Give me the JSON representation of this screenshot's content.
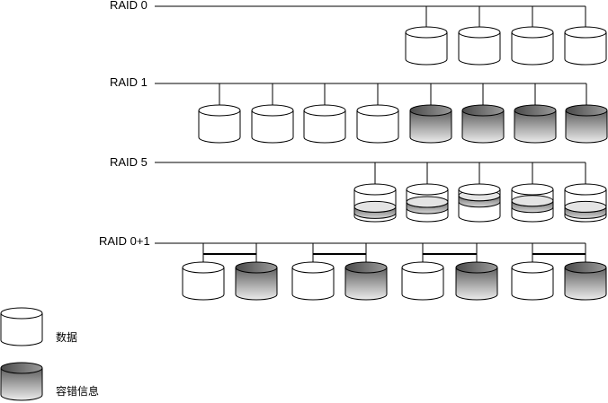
{
  "groups": [
    {
      "label": "RAID 0",
      "disks": [
        "data",
        "data",
        "data",
        "data"
      ]
    },
    {
      "label": "RAID 1",
      "disks": [
        "data",
        "data",
        "data",
        "data",
        "parity",
        "parity",
        "parity",
        "parity"
      ]
    },
    {
      "label": "RAID 5",
      "disks": [
        "stripe5",
        "stripe4",
        "stripe3",
        "stripe2",
        "stripe1"
      ]
    },
    {
      "label": "RAID 0+1",
      "disks": [
        "data",
        "parity",
        "data",
        "parity",
        "data",
        "parity",
        "data",
        "parity"
      ]
    }
  ],
  "legend": [
    {
      "kind": "data",
      "label": "数据"
    },
    {
      "kind": "parity",
      "label": "容错信息"
    }
  ],
  "colors": {
    "line": "#000000",
    "data_fill": "#ffffff",
    "parity_dark": "#6a6a6a",
    "parity_light": "#e4e4e4"
  }
}
